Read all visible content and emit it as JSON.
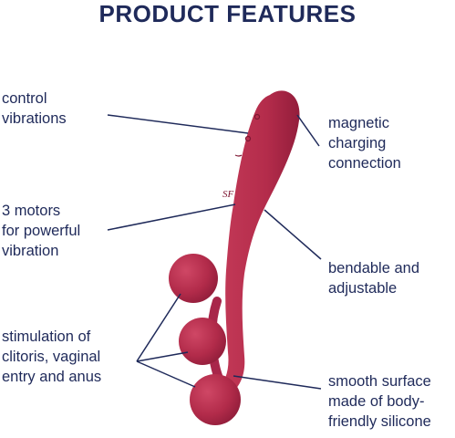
{
  "title": "PRODUCT FEATURES",
  "colors": {
    "product": "#b42c4b",
    "product_shade": "#9a2240",
    "text": "#1f2a5a",
    "leader": "#1f2a5a"
  },
  "product_mark": "SF",
  "features": {
    "control_vibrations": [
      "control",
      "vibrations"
    ],
    "magnetic_charging": [
      "magnetic",
      "charging",
      "connection"
    ],
    "three_motors": [
      "3 motors",
      "for powerful",
      "vibration"
    ],
    "bendable": [
      "bendable and",
      "adjustable"
    ],
    "stimulation": [
      "stimulation of",
      "clitoris, vaginal",
      "entry and anus"
    ],
    "smooth_surface": [
      "smooth surface",
      "made of body-",
      "friendly silicone"
    ]
  }
}
